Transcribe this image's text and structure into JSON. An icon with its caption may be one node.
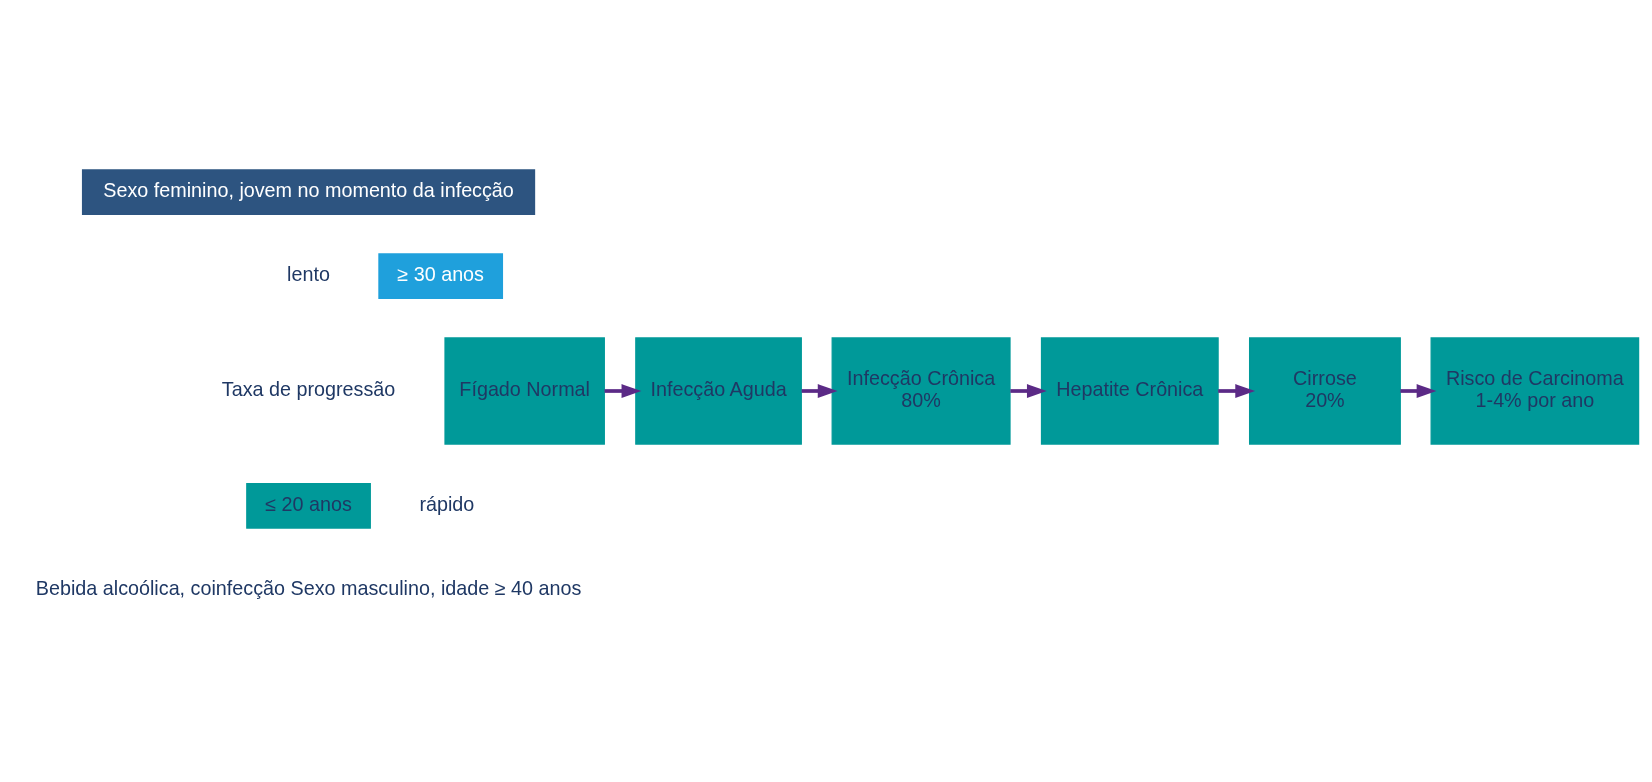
{
  "diagram": {
    "nodes": [
      {
        "text": [
          "Fígado Normal"
        ]
      },
      {
        "text": [
          "Infecção Aguda"
        ]
      },
      {
        "text": [
          "Infecção Crônica",
          "80%"
        ]
      },
      {
        "text": [
          "Hepatite Crônica"
        ]
      },
      {
        "text": [
          "Cirrose",
          "20%"
        ]
      },
      {
        "text": [
          "Risco de Carcinoma",
          "1-4% por ano"
        ]
      }
    ],
    "edges": [
      {
        "from": 0,
        "to": 1,
        "arrow": "to"
      },
      {
        "from": 1,
        "to": 2,
        "arrow": "to"
      },
      {
        "from": 2,
        "to": 3,
        "arrow": "to"
      },
      {
        "from": 3,
        "to": 4,
        "arrow": "to"
      },
      {
        "from": 4,
        "to": 5,
        "arrow": "to"
      }
    ],
    "labels": [
      "Sexo feminino, jovem no momento da infecção",
      "lento",
      "≥ 30 anos",
      "Taxa de progressão",
      "≤ 20 anos",
      "rápido",
      "Bebida alcoólica, coinfecção Sexo masculino, idade ≥ 40 anos"
    ]
  }
}
